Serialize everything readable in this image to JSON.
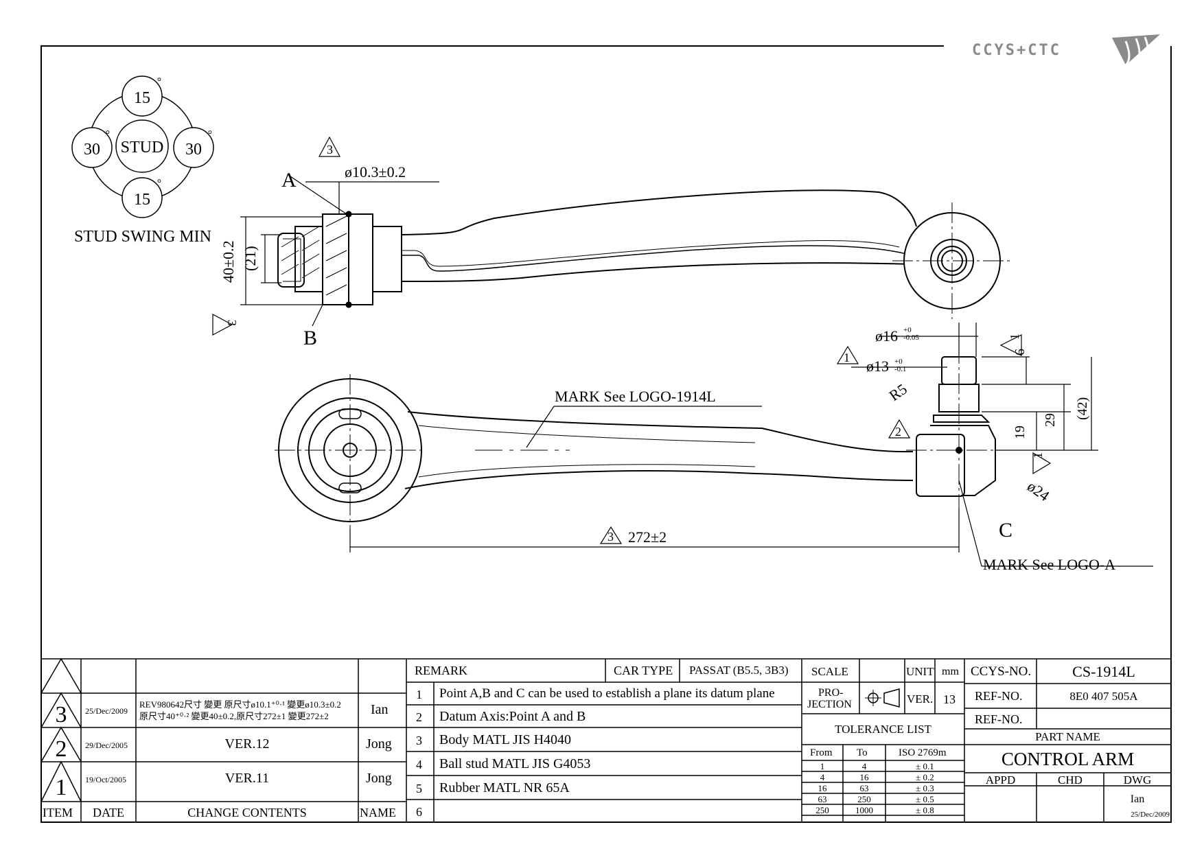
{
  "logo": {
    "text": "CCYS+CTC"
  },
  "swing": {
    "top": "15",
    "left": "30",
    "center": "STUD",
    "right": "30",
    "bottom": "15",
    "deg": "°",
    "caption": "STUD SWING MIN"
  },
  "drawing": {
    "point_a": "A",
    "point_b": "B",
    "point_c": "C",
    "dim_hole": "ø10.3±0.2",
    "dim_40": "40±0.2",
    "dim_21": "(21)",
    "mark_logo_main": "MARK See LOGO-1914L",
    "mark_logo_a": "MARK See LOGO-A",
    "dim_length": "272±2",
    "dim_16": "ø16",
    "dim_16_tol_up": "+0",
    "dim_16_tol_dn": "-0.05",
    "dim_13": "ø13",
    "dim_13_tol_up": "+0",
    "dim_13_tol_dn": "-0.1",
    "dim_r5": "R5",
    "dim_6": "6",
    "dim_19": "19",
    "dim_29": "29",
    "dim_42": "(42)",
    "dim_24": "ø24",
    "rev_1": "1",
    "rev_2": "2",
    "rev_3": "3"
  },
  "revisions": {
    "headers": {
      "item": "ITEM",
      "date": "DATE",
      "contents": "CHANGE CONTENTS",
      "name": "NAME"
    },
    "rows": [
      {
        "item": "3",
        "date": "25/Dec/2009",
        "contents_1": "REV980642尺寸 變更 原尺寸ø10.1⁺⁰·¹ 變更ø10.3±0.2",
        "contents_2": "原尺寸40⁺⁰·² 變更40±0.2,原尺寸272±1 變更272±2",
        "name": "Ian"
      },
      {
        "item": "2",
        "date": "29/Dec/2005",
        "contents": "VER.12",
        "name": "Jong"
      },
      {
        "item": "1",
        "date": "19/Oct/2005",
        "contents": "VER.11",
        "name": "Jong"
      }
    ]
  },
  "remarks": {
    "label": "REMARK",
    "car_type_label": "CAR TYPE",
    "car_type": "PASSAT (B5.5, 3B3)",
    "items": [
      {
        "n": "1",
        "text": "Point A,B and C can be used to establish a plane its datum plane"
      },
      {
        "n": "2",
        "text": "Datum Axis:Point A and B"
      },
      {
        "n": "3",
        "text": "Body MATL JIS H4040"
      },
      {
        "n": "4",
        "text": "Ball stud MATL JIS G4053"
      },
      {
        "n": "5",
        "text": "Rubber MATL NR 65A"
      },
      {
        "n": "6",
        "text": ""
      }
    ]
  },
  "spec": {
    "scale_label": "SCALE",
    "scale_value": "",
    "unit_label": "UNIT",
    "unit_value": "mm",
    "projection_label_1": "PRO-",
    "projection_label_2": "JECTION",
    "ver_label": "VER.",
    "ver_value": "13",
    "tolerance_title": "TOLERANCE LIST",
    "tol_headers": {
      "from": "From",
      "to": "To",
      "iso": "ISO 2769m"
    },
    "tolerances": [
      {
        "from": "1",
        "to": "4",
        "tol": "± 0.1"
      },
      {
        "from": "4",
        "to": "16",
        "tol": "± 0.2"
      },
      {
        "from": "16",
        "to": "63",
        "tol": "± 0.3"
      },
      {
        "from": "63",
        "to": "250",
        "tol": "± 0.5"
      },
      {
        "from": "250",
        "to": "1000",
        "tol": "± 0.8"
      }
    ]
  },
  "title_block": {
    "ccys_no_label": "CCYS-NO.",
    "ccys_no": "CS-1914L",
    "ref_no_label": "REF-NO.",
    "ref_no": "8E0 407 505A",
    "ref_no_2_label": "REF-NO.",
    "ref_no_2": "",
    "part_name_label": "PART NAME",
    "part_name": "CONTROL ARM",
    "appd_label": "APPD",
    "chd_label": "CHD",
    "dwg_label": "DWG",
    "dwg_name": "Ian",
    "dwg_date": "25/Dec/2009"
  }
}
